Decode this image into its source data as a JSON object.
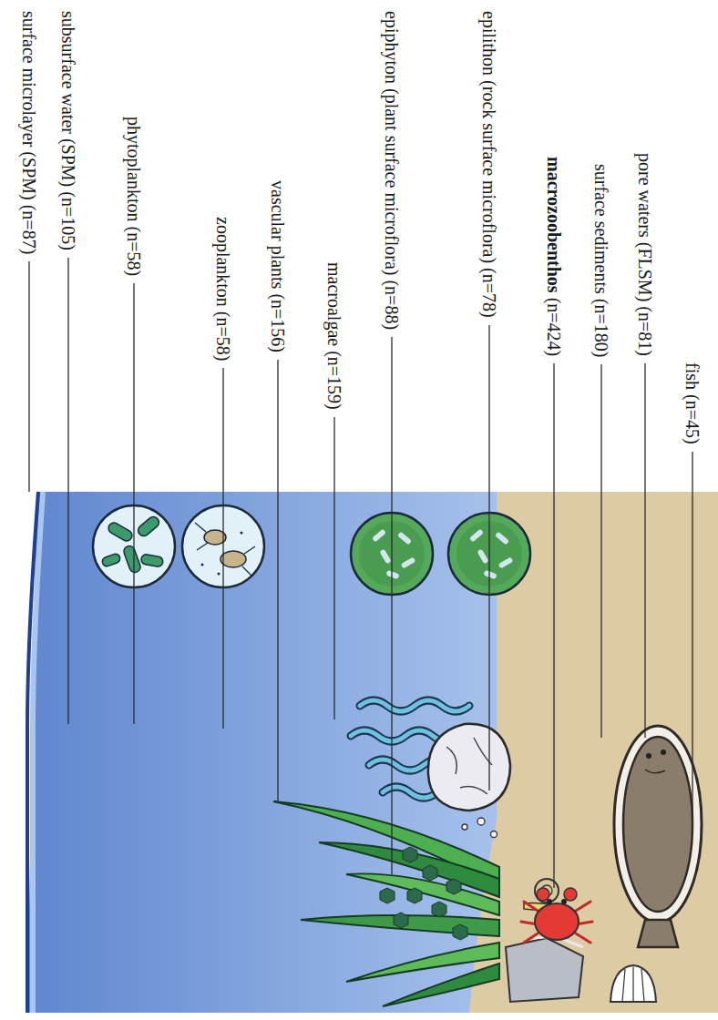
{
  "diagram": {
    "labels": [
      "surface microlayer (SPM) (n=87)",
      "subsurface water (SPM) (n=105)",
      "phytoplankton (n=58)",
      "zooplankton (n=58)",
      "vascular plants (n=156)",
      "macroalgae (n=159)",
      "epiphyton (plant surface microflora) (n=88)",
      "epilithon (rock surface microflora) (n=78)",
      "macrozoobenthos",
      "(n=424)",
      "surface sediments (n=180)",
      "pore waters (FLSM) (n=81)",
      "fish (n=45)"
    ]
  }
}
